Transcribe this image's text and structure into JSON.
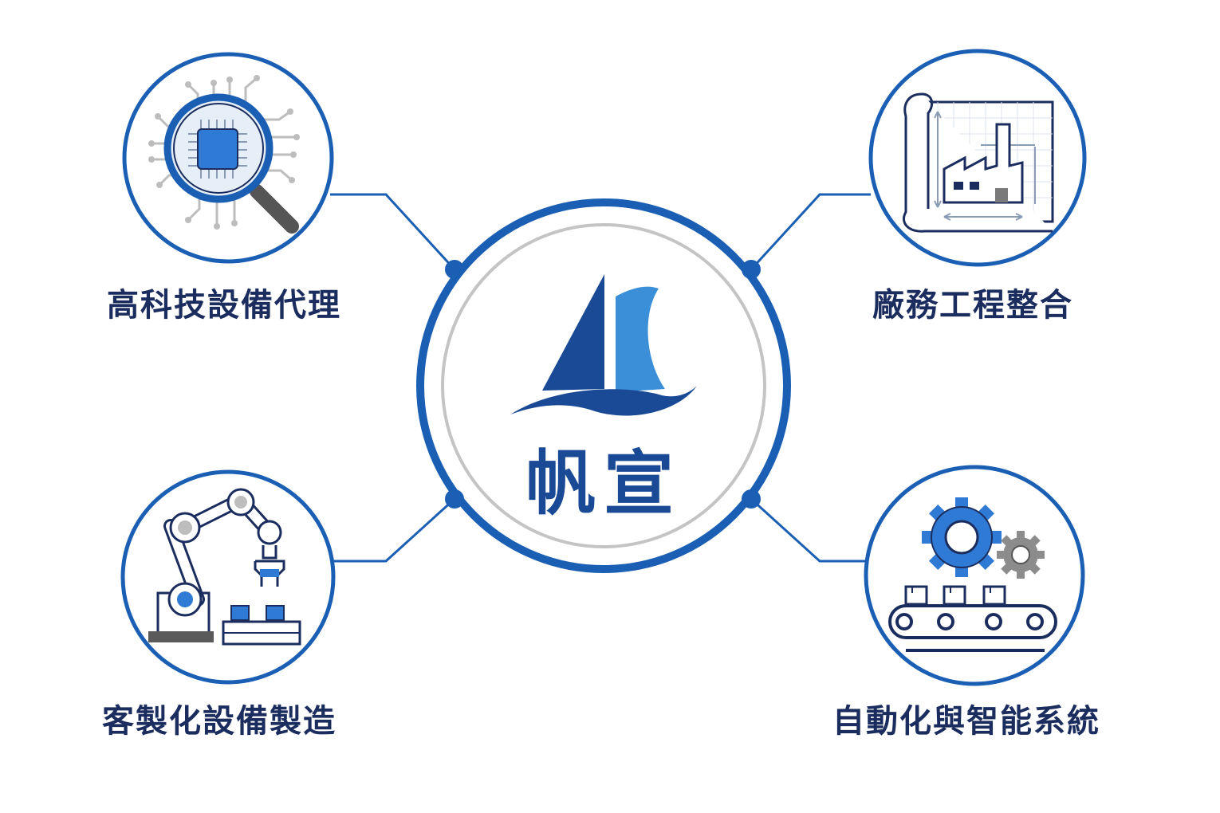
{
  "center": {
    "brand_name": "帆宣",
    "logo_icon": "sailboat-wave-icon"
  },
  "nodes": [
    {
      "label": "高科技設備代理",
      "icon": "chip-magnifier-icon"
    },
    {
      "label": "廠務工程整合",
      "icon": "factory-blueprint-icon"
    },
    {
      "label": "客製化設備製造",
      "icon": "robot-arm-icon"
    },
    {
      "label": "自動化與智能系統",
      "icon": "gears-conveyor-icon"
    }
  ],
  "colors": {
    "primary_blue": "#1a5fb4",
    "dark_navy": "#1b2d5e",
    "light_blue": "#3a8fd8",
    "gray": "#bfbfbf"
  }
}
